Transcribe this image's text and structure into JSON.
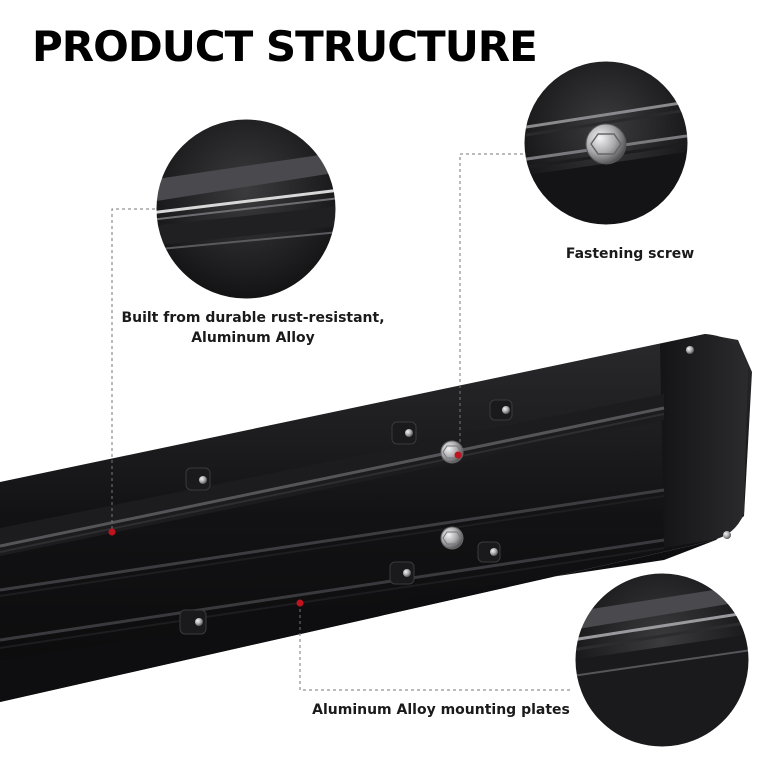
{
  "title": "PRODUCT STRUCTURE",
  "callouts": {
    "material": {
      "line1": "Built from durable rust-resistant,",
      "line2": "Aluminum Alloy"
    },
    "screw": {
      "label": "Fastening screw"
    },
    "plates": {
      "label": "Aluminum Alloy mounting plates"
    }
  },
  "colors": {
    "board": "#141416",
    "leader": "#777777",
    "marker": "#c1121f"
  }
}
